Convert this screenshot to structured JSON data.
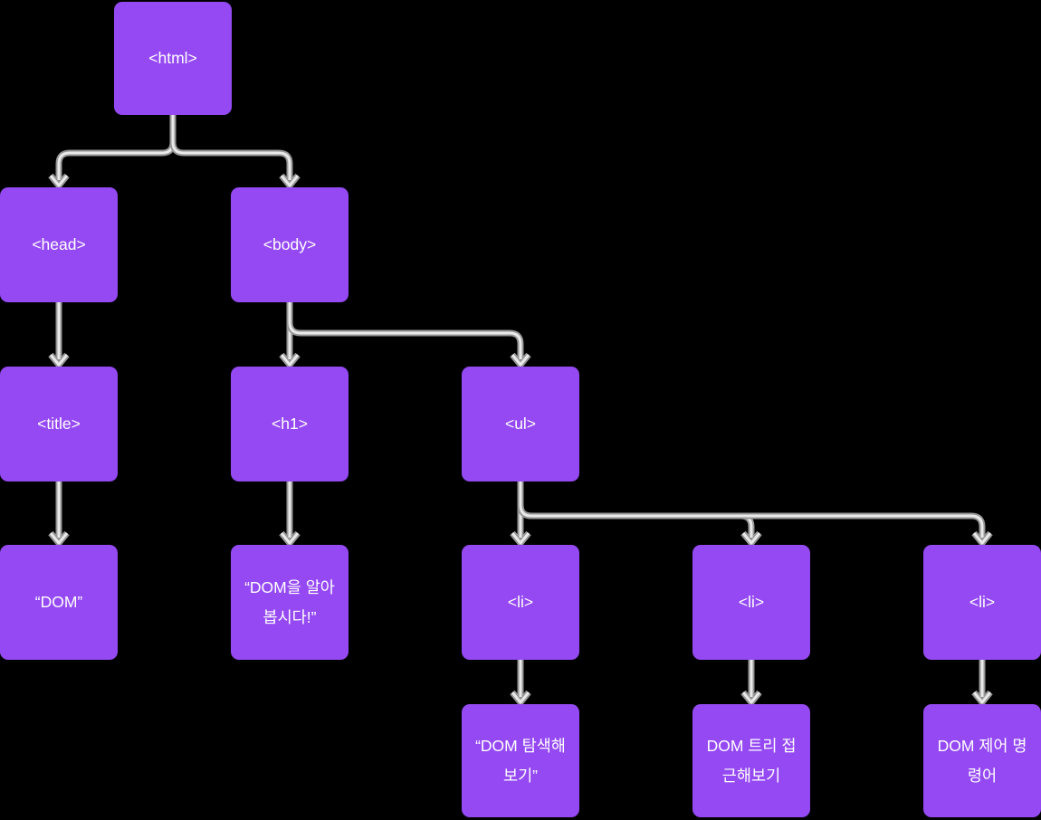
{
  "diagram": {
    "colors": {
      "background": "#000000",
      "node_fill": "#9549F3",
      "node_text": "#FFFFFF",
      "connector_outer": "#969696",
      "connector_inner": "#E9E9E9"
    },
    "nodes": {
      "html": {
        "label": "<html>"
      },
      "head": {
        "label": "<head>"
      },
      "body": {
        "label": "<body>"
      },
      "title": {
        "label": "<title>"
      },
      "h1": {
        "label": "<h1>"
      },
      "ul": {
        "label": "<ul>"
      },
      "title_text": {
        "label": "“DOM”"
      },
      "h1_text": {
        "label": "“DOM을 알아\n봅시다!”"
      },
      "li1": {
        "label": "<li>"
      },
      "li2": {
        "label": "<li>"
      },
      "li3": {
        "label": "<li>"
      },
      "li1_text": {
        "label": "“DOM 탐색해\n보기”"
      },
      "li2_text": {
        "label": "DOM 트리 접\n근해보기"
      },
      "li3_text": {
        "label": "DOM 제어 명\n령어"
      }
    },
    "edges": [
      [
        "html",
        "head"
      ],
      [
        "html",
        "body"
      ],
      [
        "head",
        "title"
      ],
      [
        "body",
        "h1"
      ],
      [
        "body",
        "ul"
      ],
      [
        "title",
        "title_text"
      ],
      [
        "h1",
        "h1_text"
      ],
      [
        "ul",
        "li1"
      ],
      [
        "ul",
        "li2"
      ],
      [
        "ul",
        "li3"
      ],
      [
        "li1",
        "li1_text"
      ],
      [
        "li2",
        "li2_text"
      ],
      [
        "li3",
        "li3_text"
      ]
    ]
  }
}
